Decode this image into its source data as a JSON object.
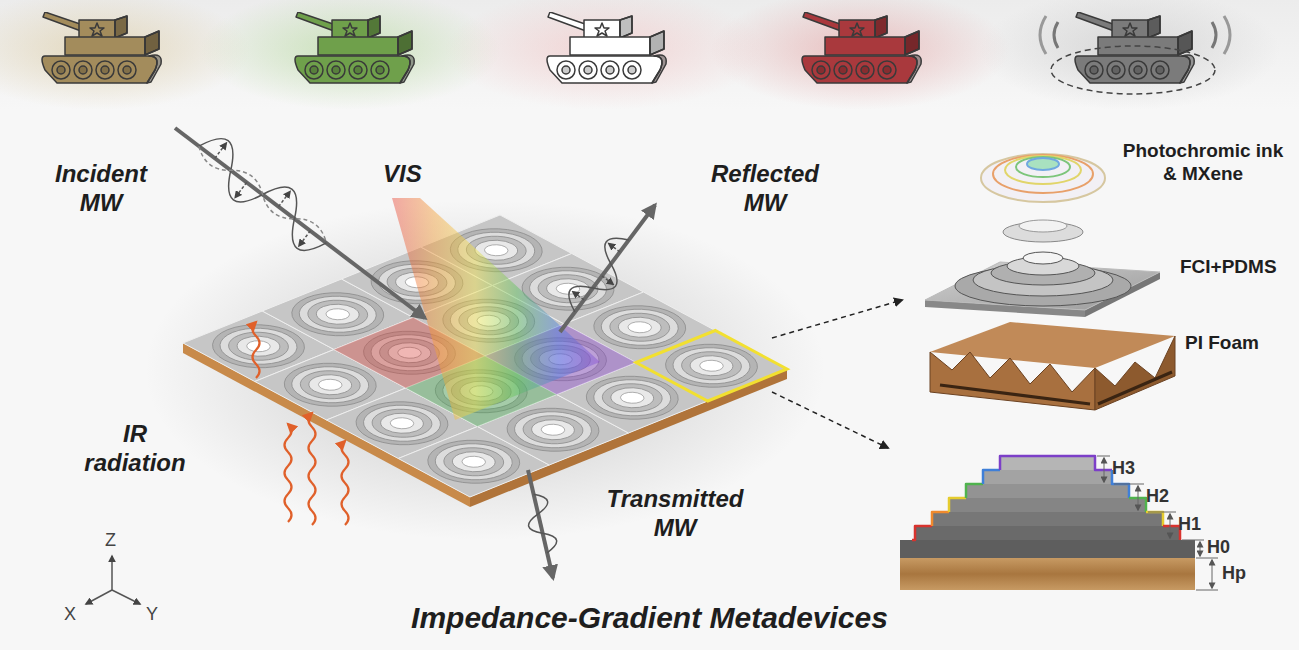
{
  "diagram": {
    "title": "Impedance-Gradient Metadevices",
    "labels": [
      "Incident MW",
      "VIS",
      "Reflected MW",
      "IR radiation",
      "Transmitted MW",
      "Photochromic ink & MXene",
      "FCI+PDMS",
      "PI Foam",
      "H3",
      "H2",
      "H1",
      "H0",
      "Hp",
      "Z",
      "X",
      "Y"
    ]
  }
}
